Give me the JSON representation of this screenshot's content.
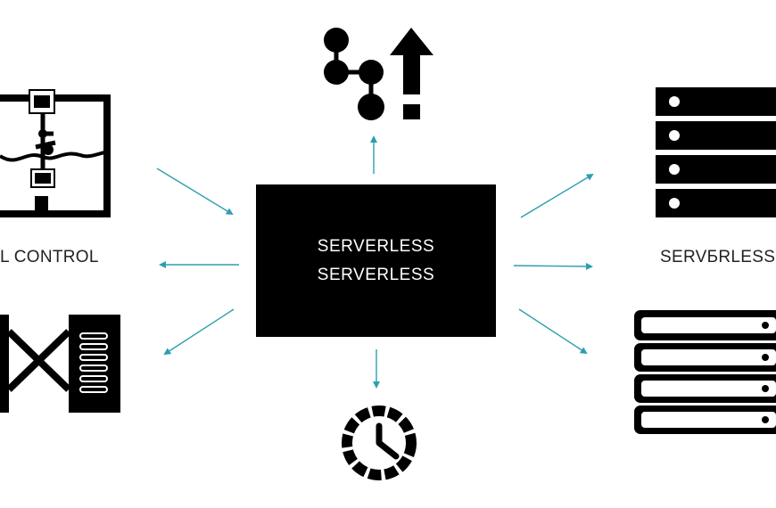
{
  "center": {
    "line1": "SERVERLESS",
    "line2": "SERVERLESS"
  },
  "labels": {
    "left": "L CONTROL",
    "right": "SERVБRLESS"
  },
  "colors": {
    "arrow": "#2b9fb0",
    "ink": "#000000",
    "background": "#ffffff"
  },
  "icons": {
    "top": [
      "node-graph-icon",
      "upload-arrow-icon"
    ],
    "top_left": "circuit-board-icon",
    "bottom_left": "network-switch-icon",
    "top_right": "server-rack-icon",
    "bottom_right": "server-stack-icon",
    "bottom": "clock-icon"
  }
}
